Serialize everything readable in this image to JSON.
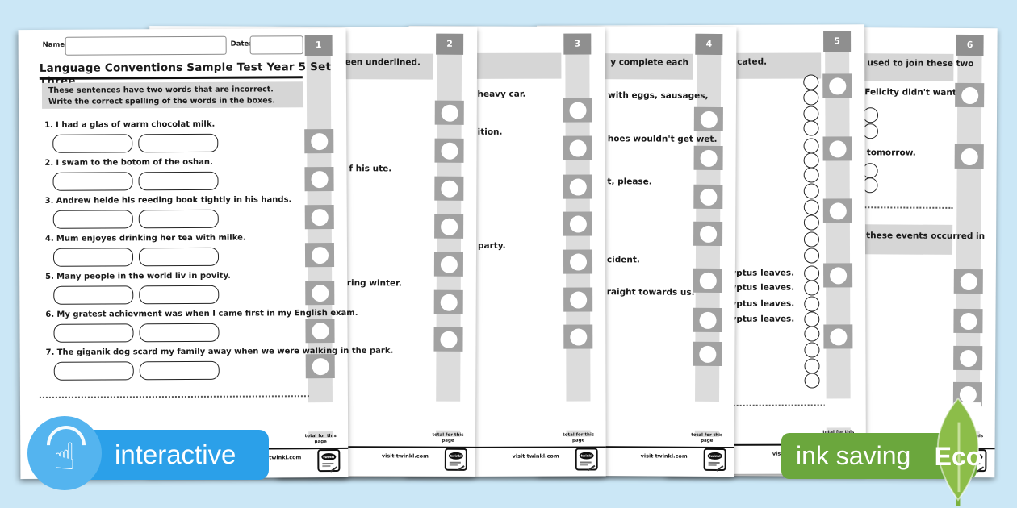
{
  "footer": {
    "visit_text": "visit twinkl.com",
    "total_caption": "total for this page",
    "logo_text": "twinkl"
  },
  "badges": {
    "interactive": {
      "label": "interactive",
      "bar_color": "#2ba0e9",
      "circle_color": "#54b4ef",
      "icon": "tap-hand-icon"
    },
    "ink_saving": {
      "label": "ink saving",
      "eco_label": "Eco",
      "bar_color": "#6ba73d",
      "leaf_color": "#8cbd49"
    }
  },
  "pages": [
    {
      "number": "1",
      "name_label": "Name:",
      "date_label": "Date:",
      "title": "Language Conventions Sample Test Year 5 Set Three",
      "instruction_line1": "These sentences have two words that are incorrect.",
      "instruction_line2": "Write the correct spelling of the words in the boxes.",
      "questions": [
        {
          "num": "1.",
          "text": "I had a glas of warm chocolat milk."
        },
        {
          "num": "2.",
          "text": "I swam to the botom of the oshan."
        },
        {
          "num": "3.",
          "text": "Andrew helde his reeding book tightly in his hands."
        },
        {
          "num": "4.",
          "text": "Mum enjoyes drinking her tea with milke."
        },
        {
          "num": "5.",
          "text": "Many people in the world liv in povity."
        },
        {
          "num": "6.",
          "text": "My gratest achievment was when I came first in my English exam."
        },
        {
          "num": "7.",
          "text": "The giganik dog scard my family away when we were walking in the park."
        }
      ]
    },
    {
      "number": "2",
      "fragments": {
        "instr": "have been underlined.",
        "f1": "f his ute.",
        "f2": "ring winter."
      }
    },
    {
      "number": "3",
      "fragments": {
        "f1": "heavy car.",
        "f2": "ition.",
        "f3": "party."
      }
    },
    {
      "number": "4",
      "fragments": {
        "instr": "y complete each",
        "f1": "with eggs, sausages,",
        "f2": "hoes wouldn't get wet.",
        "f3": "t, please.",
        "f4": "cident.",
        "f5": "raight towards us."
      }
    },
    {
      "number": "5",
      "fragments": {
        "instr": "cated.",
        "e1": "t Eucalyptus leaves.",
        "e2": "Eucalyptus leaves.",
        "e3": "t Eucalyptus leaves.",
        "e4": "t Eucalyptus leaves."
      }
    },
    {
      "number": "6",
      "fragments": {
        "instr": "used to join these two",
        "f1": "Felicity didn't want",
        "f2": "tomorrow.",
        "instr2": "these events occurred in"
      }
    }
  ]
}
